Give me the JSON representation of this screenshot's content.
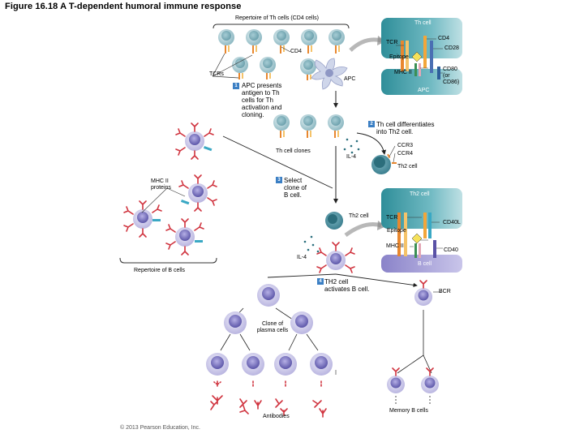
{
  "figure": {
    "title": "Figure 16.18 A T-dependent humoral immune response",
    "copyright": "© 2013 Pearson Education, Inc."
  },
  "top": {
    "repertoire_th": "Repertoire of Th cells (CD4 cells)",
    "cd4": "CD4",
    "tcrs": "TCRs",
    "apc": "APC"
  },
  "inset1": {
    "header": "Th cell",
    "tcr": "TCR",
    "cd4": "CD4",
    "cd28": "CD28",
    "epitope": "Epitope",
    "mhcii": "MHC II",
    "cd80": "CD80 (or CD86)",
    "footer": "APC"
  },
  "steps": {
    "s1_num": "1",
    "s1": "APC presents antigen to Th cells for Th activation and cloning.",
    "s2_num": "2",
    "s2": "Th cell differentiates into Th2 cell.",
    "s3_num": "3",
    "s3": "Select clone of B cell.",
    "s4_num": "4",
    "s4": "TH2 cell activates B cell."
  },
  "middle": {
    "th_clones": "Th cell clones",
    "ccr3": "CCR3",
    "ccr4": "CCR4",
    "il4": "IL-4",
    "th2": "Th2 cell",
    "mhcii_proteins": "MHC II proteins"
  },
  "inset2": {
    "header": "Th2 cell",
    "th2_side": "Th2 cell",
    "tcr": "TCR",
    "cd40l": "CD40L",
    "epitope": "Epitope",
    "mhcii": "MHC II",
    "cd40": "CD40",
    "il4": "IL-4",
    "footer": "B cell"
  },
  "bottom": {
    "repertoire_b": "Repertoire of B cells",
    "bcr": "BCR",
    "plasma": "Clone of plasma cells",
    "antibodies": "Antibodies",
    "memory": "Memory B cells"
  },
  "colors": {
    "th_cell": "#b8d6dc",
    "b_cell": "#a9a3d6",
    "antibody": "#d0343f",
    "inset_teal": "#3d9ca6",
    "step_badge": "#3b7fc4"
  }
}
